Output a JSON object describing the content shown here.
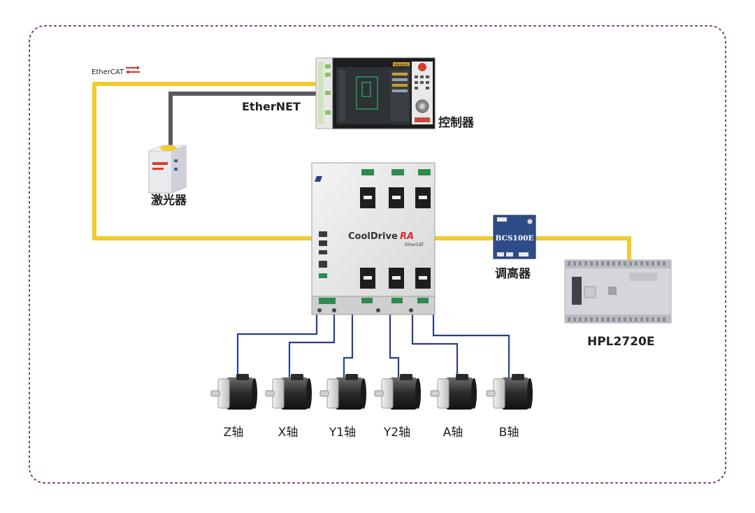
{
  "protocols": {
    "ethercat_logo": "EtherCAT",
    "ethernet_label": "EtherNET"
  },
  "devices": {
    "controller": {
      "label": "控制器",
      "brand_text": "Weihong"
    },
    "laser": {
      "label": "激光器"
    },
    "drive": {
      "brand": "CoolDrive",
      "model": "RA",
      "ethercat_mark": "EtherCAT"
    },
    "height_controller": {
      "label": "调高器",
      "model": "BCS100E"
    },
    "plc": {
      "label": "HPL2720E"
    }
  },
  "axes": [
    {
      "label": "Z轴"
    },
    {
      "label": "X轴"
    },
    {
      "label": "Y1轴"
    },
    {
      "label": "Y2轴"
    },
    {
      "label": "A轴"
    },
    {
      "label": "B轴"
    }
  ],
  "colors": {
    "ethercat_line": "#f2cb2e",
    "ethernet_line": "#5a5a5a",
    "motor_cable": "#2b3f8a",
    "border": "#7b3a7e"
  }
}
